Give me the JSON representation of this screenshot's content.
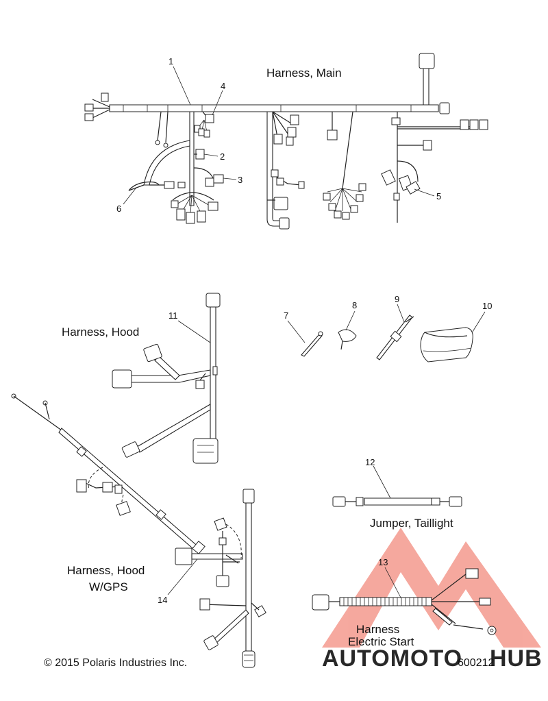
{
  "labels": {
    "harness_main": "Harness, Main",
    "harness_hood": "Harness, Hood",
    "harness_hood_gps_1": "Harness, Hood",
    "harness_hood_gps_2": "W/GPS",
    "jumper_taillight": "Jumper, Taillight",
    "harness_electric_start_1": "Harness",
    "harness_electric_start_2": "Electric Start"
  },
  "callouts": [
    "1",
    "2",
    "3",
    "4",
    "5",
    "6",
    "7",
    "8",
    "9",
    "10",
    "11",
    "12",
    "13",
    "14"
  ],
  "copyright": "© 2015 Polaris Industries Inc.",
  "diagram_number": "600212",
  "watermark": {
    "part1": "AUTOMOTO",
    "part2": "HUB",
    "color_main": "#f07a6a",
    "color_hub": "#777777"
  }
}
